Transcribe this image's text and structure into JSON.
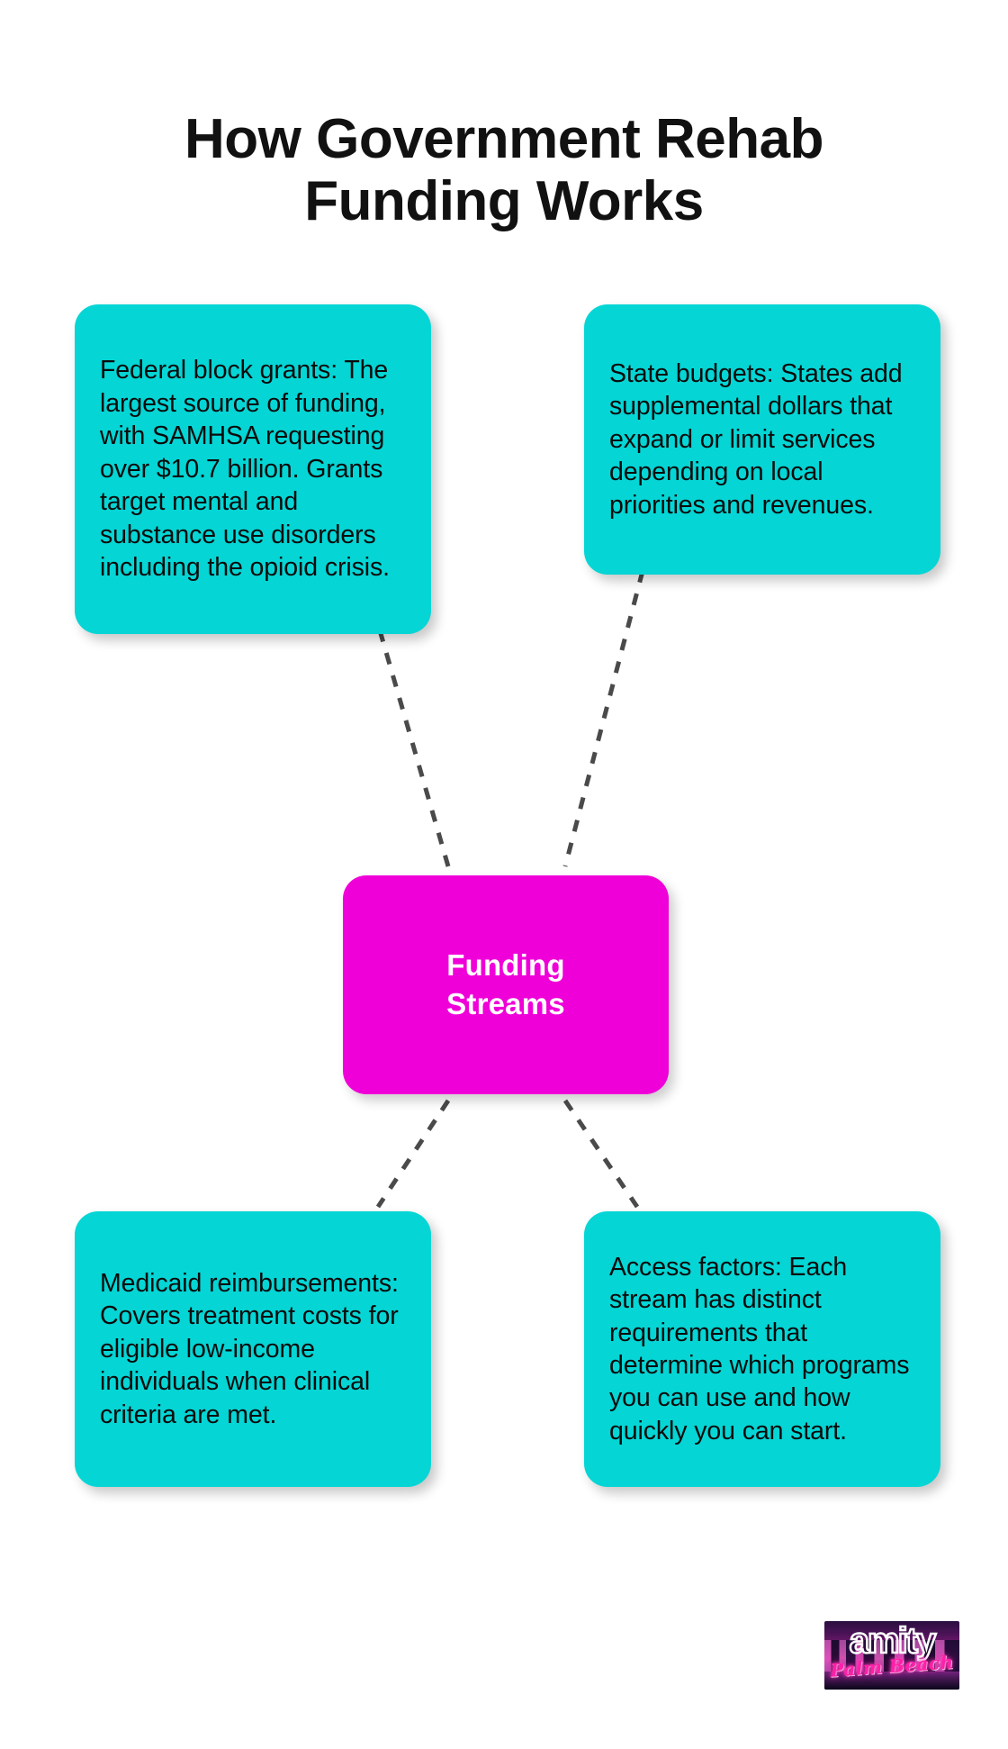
{
  "page": {
    "background_color": "#FFFFFF",
    "title": "How Government Rehab Funding Works"
  },
  "theme": {
    "node_color": "#05D5D5",
    "center_color": "#F000D8",
    "center_text_color": "#FFFFFF",
    "node_text_color": "#0B0B0B",
    "title_color": "#111111",
    "connector_color": "#4A4A4A"
  },
  "center_node": {
    "label_line1": "Funding",
    "label_line2": "Streams"
  },
  "nodes": [
    {
      "id": "federal-block-grants",
      "position": "top-left",
      "text": "Federal block grants: The largest source of funding, with SAMHSA requesting over $10.7 billion. Grants target mental and substance use disorders including the opioid crisis."
    },
    {
      "id": "state-budgets",
      "position": "top-right",
      "text": "State budgets: States add supplemental dollars that expand or limit services depending on local priorities and revenues."
    },
    {
      "id": "medicaid-reimbursements",
      "position": "bottom-left",
      "text": "Medicaid reimbursements: Covers treatment costs for eligible low-income individuals when clinical criteria are met."
    },
    {
      "id": "access-factors",
      "position": "bottom-right",
      "text": "Access factors: Each stream has distinct requirements that determine which programs you can use and how quickly you can start."
    }
  ],
  "connectors": [
    {
      "from": "federal-block-grants",
      "to": "center"
    },
    {
      "from": "state-budgets",
      "to": "center"
    },
    {
      "from": "center",
      "to": "medicaid-reimbursements"
    },
    {
      "from": "center",
      "to": "access-factors"
    }
  ],
  "logo": {
    "wordmark": "amity",
    "tagline": "Palm Beach"
  }
}
